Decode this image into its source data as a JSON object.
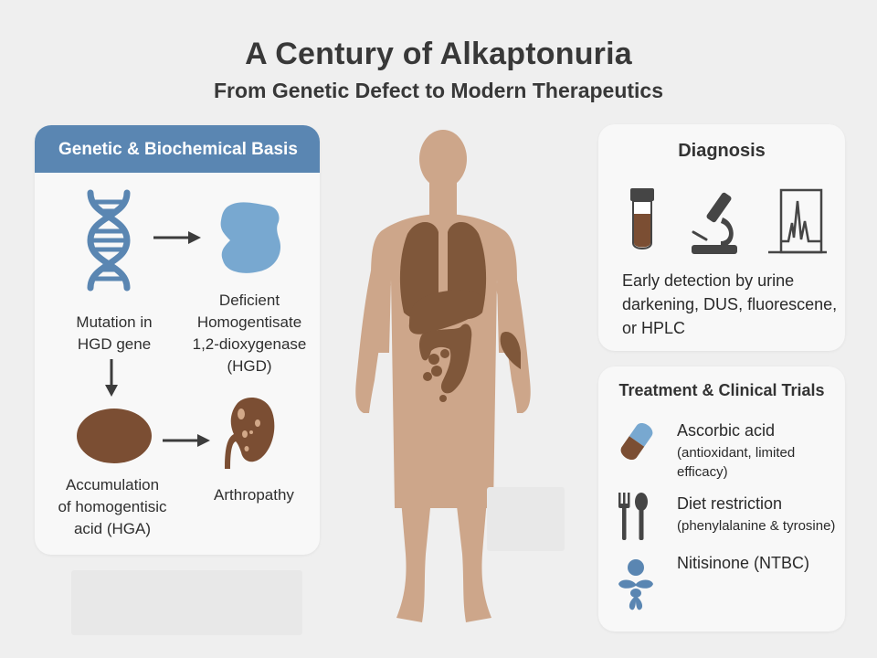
{
  "header": {
    "title": "A Century of Alkaptonuria",
    "subtitle": "From Genetic Defect to Modern Therapeutics"
  },
  "genetic_basis": {
    "title": "Genetic & Biochemical Basis",
    "steps": [
      {
        "icon": "dna-icon",
        "label_lines": [
          "Mutation in",
          "HGD gene"
        ]
      },
      {
        "icon": "enzyme-icon",
        "label_lines": [
          "Deficient",
          "Homogentisate",
          "1,2-dioxygenase",
          "(HGD)"
        ]
      },
      {
        "icon": "hga-blob-icon",
        "label_lines": [
          "Accumulation",
          "of homogentisic",
          "acid (HGA)"
        ]
      },
      {
        "icon": "kidney-icon",
        "label_lines": [
          "Arthropathy"
        ]
      }
    ]
  },
  "body_figure": {
    "icon": "human-body-icon",
    "skin_color": "#cda68a",
    "organ_color": "#7f573a"
  },
  "diagnosis": {
    "title": "Diagnosis",
    "icons": [
      "test-tube-icon",
      "microscope-icon",
      "chromatogram-icon"
    ],
    "description_lines": [
      "Early detection by urine",
      "darkening, DUS, fluorescene,",
      "or HPLC"
    ]
  },
  "treatment": {
    "title": "Treatment & Clinical Trials",
    "items": [
      {
        "icon": "pill-icon",
        "name": "Ascorbic acid",
        "note_lines": [
          "(antioxidant, limited",
          "efficacy)"
        ]
      },
      {
        "icon": "fork-spoon-icon",
        "name": "Diet restriction",
        "note_lines": [
          "(phenylalanine & tyrosine)"
        ]
      },
      {
        "icon": "nitisinone-figure-icon",
        "name": "Nitisinone (NTBC)",
        "note_lines": []
      }
    ]
  },
  "colors": {
    "accent_blue": "#5a86b2",
    "light_blue": "#78a8d0",
    "brown": "#7b4e33",
    "dark_gray": "#454545",
    "background": "#efefef",
    "card": "#f8f8f8"
  }
}
